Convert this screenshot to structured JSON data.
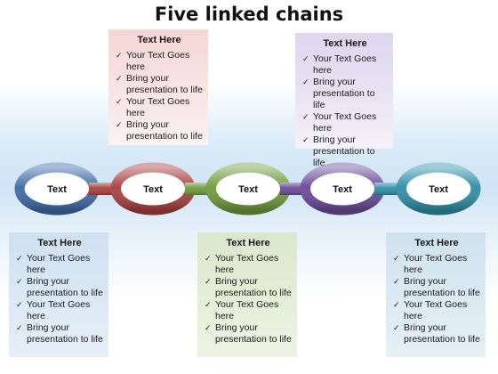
{
  "title": "Five linked chains",
  "links": [
    {
      "label": "Text",
      "color": "#3f6aa8"
    },
    {
      "label": "Text",
      "color": "#a8403f"
    },
    {
      "label": "Text",
      "color": "#6f9a3a"
    },
    {
      "label": "Text",
      "color": "#6a4a98"
    },
    {
      "label": "Text",
      "color": "#2f8ea6"
    }
  ],
  "boxes": [
    {
      "heading": "Text Here",
      "items": [
        "Your Text Goes here",
        "Bring your presentation to life",
        "Your Text Goes here",
        "Bring your presentation to life"
      ]
    },
    {
      "heading": "Text Here",
      "items": [
        "Your Text Goes here",
        "Bring your presentation to life",
        "Your Text Goes here",
        "Bring your presentation to life"
      ]
    },
    {
      "heading": "Text Here",
      "items": [
        "Your Text Goes here",
        "Bring your presentation to life",
        "Your Text Goes here",
        "Bring your presentation to life"
      ]
    },
    {
      "heading": "Text Here",
      "items": [
        "Your Text Goes here",
        "Bring your presentation to life",
        "Your Text Goes here",
        "Bring your presentation to life"
      ]
    },
    {
      "heading": "Text Here",
      "items": [
        "Your Text Goes here",
        "Bring your presentation to life",
        "Your Text Goes here",
        "Bring your presentation to life"
      ]
    }
  ]
}
